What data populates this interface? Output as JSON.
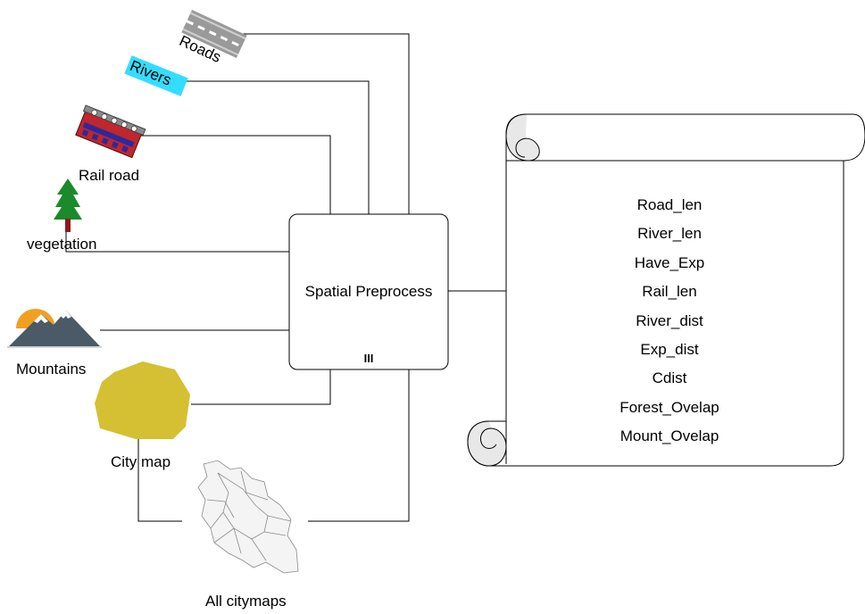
{
  "inputs": {
    "roads": "Roads",
    "rivers": "Rivers",
    "rail": "Rail road",
    "vegetation": "vegetation",
    "mountains": "Mountains",
    "city_map": "City map",
    "all_citymaps": "All citymaps"
  },
  "process": {
    "label": "Spatial Preprocess",
    "marker": "III"
  },
  "output_variables": [
    "Road_len",
    "River_len",
    "Have_Exp",
    "Rail_len",
    "River_dist",
    "Exp_dist",
    "Cdist",
    "Forest_Ovelap",
    "Mount_Ovelap"
  ],
  "colors": {
    "line": "#000000",
    "rivers_fill": "#33ddff",
    "road_fill": "#9a9a9a",
    "train_body": "#c0262c",
    "train_stripe": "#2a2a9c",
    "tree": "#1a8a2a",
    "trunk": "#8b1a1a",
    "mountain": "#4a5a66",
    "sun": "#f0a020",
    "city_map_fill": "#d4c032"
  }
}
